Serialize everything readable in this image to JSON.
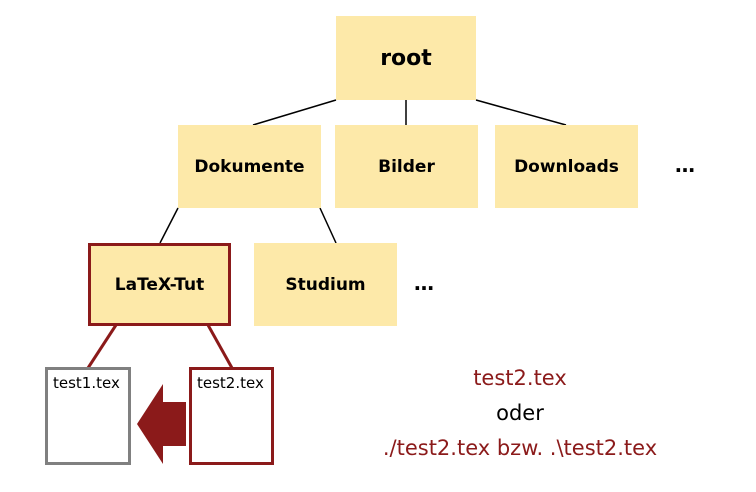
{
  "tree": {
    "root": "root",
    "level1": [
      "Dokumente",
      "Bilder",
      "Downloads"
    ],
    "level1_more": "…",
    "level2": [
      "LaTeX-Tut",
      "Studium"
    ],
    "level2_more": "…",
    "files": [
      "test1.tex",
      "test2.tex"
    ]
  },
  "paths": {
    "relative": "test2.tex",
    "connector": "oder",
    "explicit": "./test2.tex bzw. .\\test2.tex"
  },
  "colors": {
    "box_fill": "#fde9a9",
    "accent_red": "#8b1a1a",
    "gray_border": "#808080"
  },
  "icons": {
    "arrow": "arrow-left-icon"
  }
}
